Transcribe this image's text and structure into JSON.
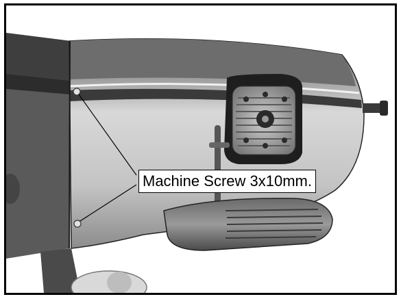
{
  "figure": {
    "callout_label": "Machine Screw 3x10mm.",
    "callout_count": 2,
    "subject_icon": "rc-airplane-cowl-photo",
    "colors": {
      "frame": "#000000",
      "cowl_light": "#c9c9c9",
      "cowl_dark": "#5e5e5e",
      "background": "#ffffff"
    }
  }
}
